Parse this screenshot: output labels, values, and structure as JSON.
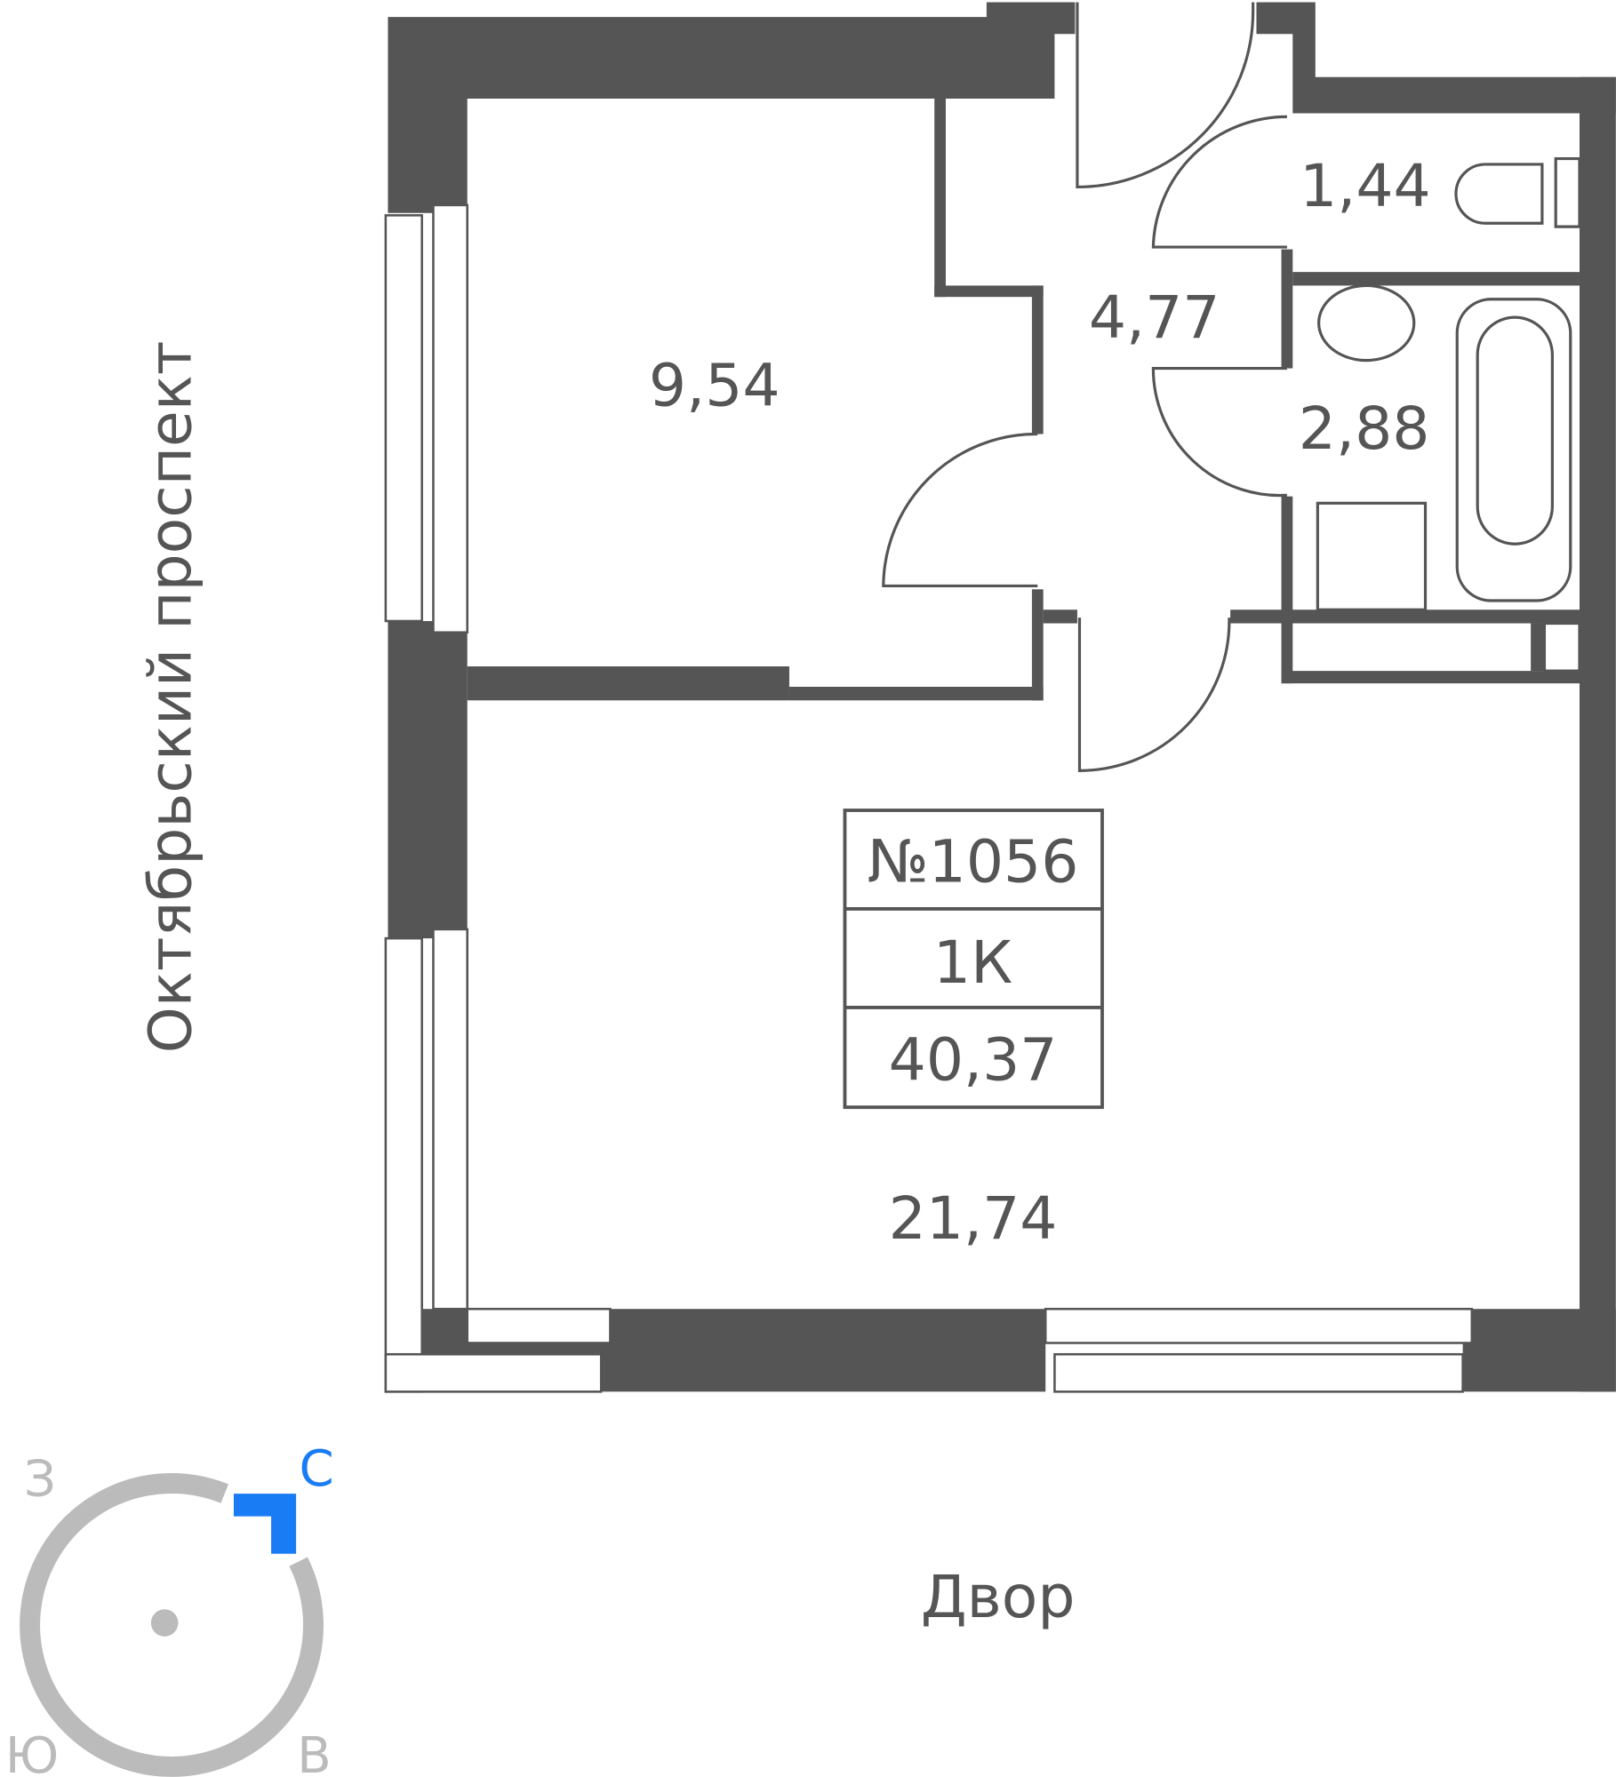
{
  "plan": {
    "apartment_number": "№1056",
    "apartment_type": "1К",
    "total_area": "40,37",
    "rooms": {
      "bedroom": "9,54",
      "hall": "4,77",
      "toilet": "1,44",
      "bathroom": "2,88",
      "living": "21,74"
    },
    "street_label": "Октябрьский проспект",
    "yard_label": "Двор"
  },
  "compass": {
    "west": "З",
    "north": "С",
    "south": "Ю",
    "east": "В",
    "accent_color": "#1a7cf5",
    "ring_color": "#bbbbbb"
  }
}
